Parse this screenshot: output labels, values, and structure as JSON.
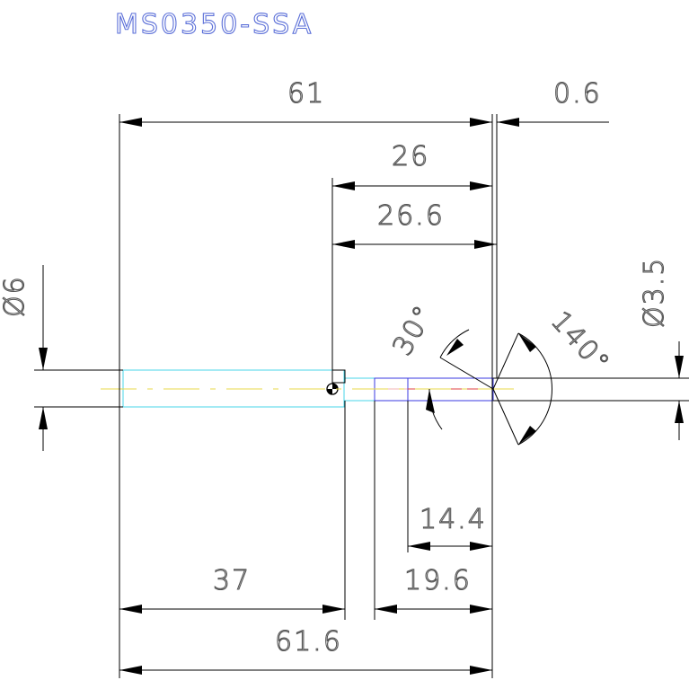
{
  "title": "MS0350-SSA",
  "dimensions": {
    "d61": "61",
    "d06": "0.6",
    "d26": "26",
    "d266": "26.6",
    "dia6": "Ø6",
    "dia35": "Ø3.5",
    "ang30": "30°",
    "ang140": "140°",
    "d144": "14.4",
    "d196": "19.6",
    "d37": "37",
    "d616": "61.6"
  },
  "colors": {
    "outline": "#000000",
    "shank": "#49d6e8",
    "tip": "#3a3ae0",
    "centerline": "#e8d84a",
    "edge": "#e04040",
    "title": "#5b6fd8"
  }
}
